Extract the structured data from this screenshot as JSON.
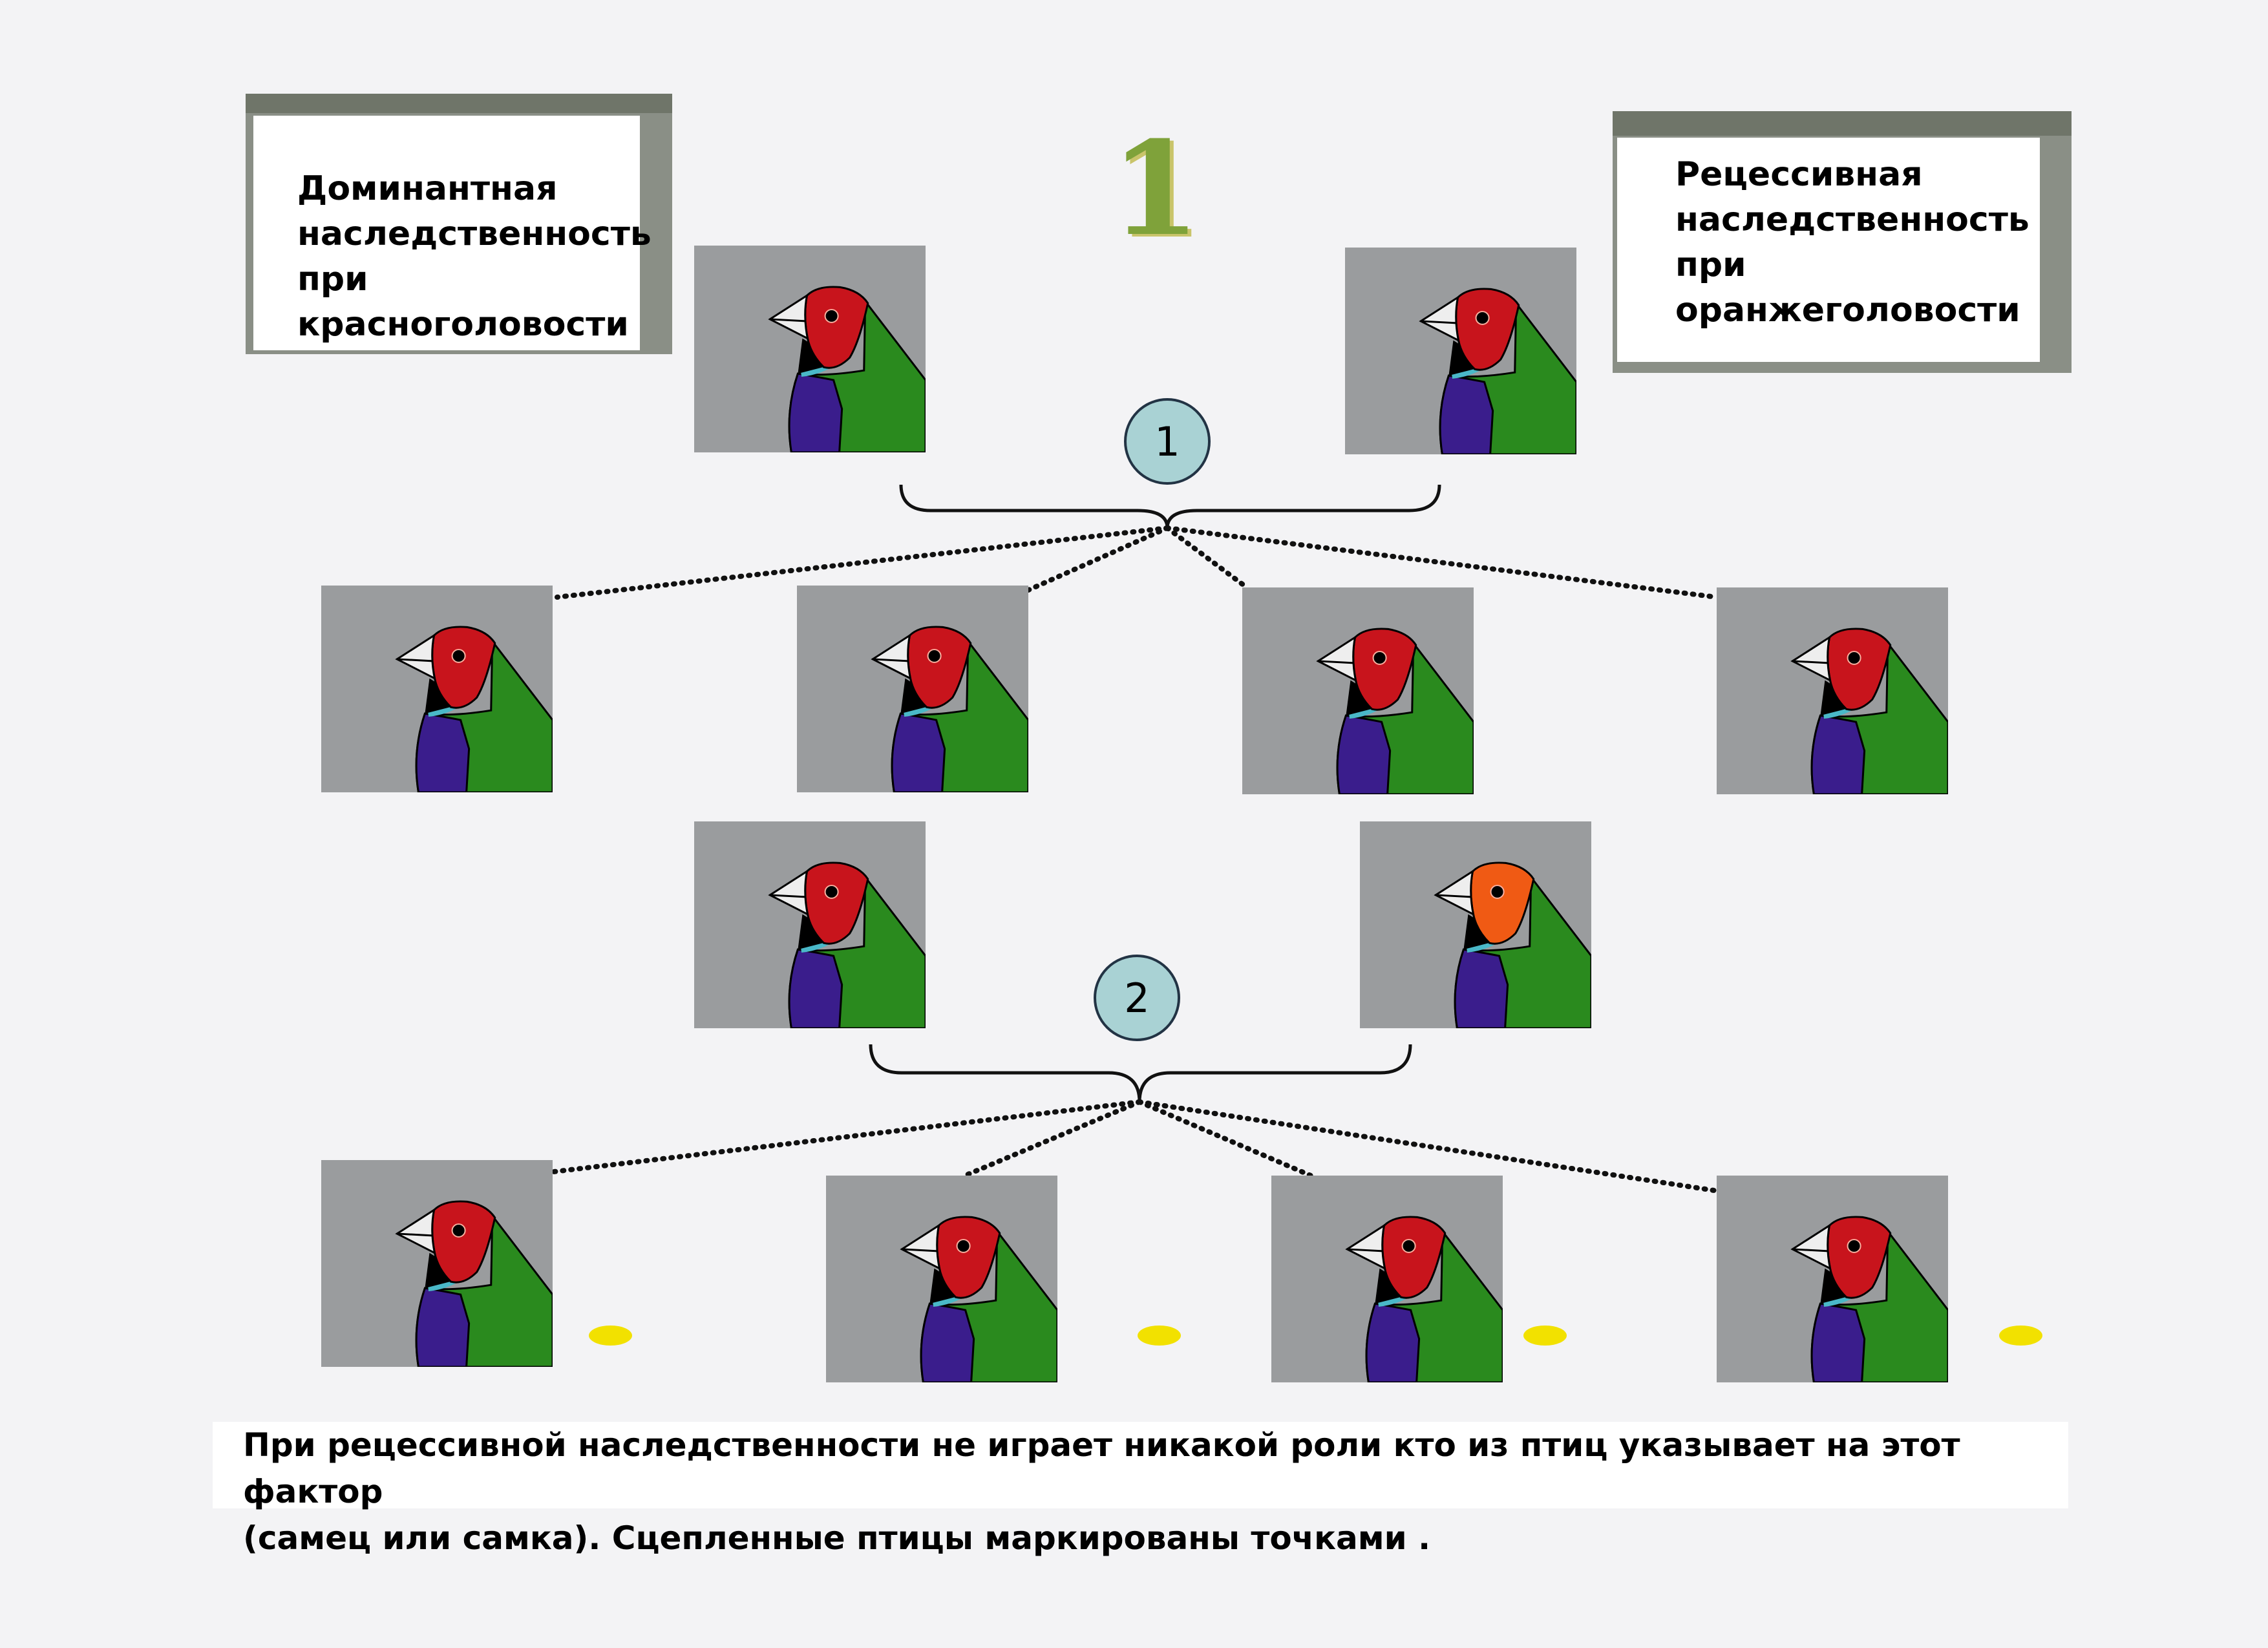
{
  "left_box": {
    "lines": [
      "Доминантная",
      "наследственность",
      "при",
      "красноголовости"
    ]
  },
  "right_box": {
    "lines": [
      "Рецессивная",
      "наследственность",
      "при",
      "оранжеголовости"
    ]
  },
  "generation_number": "1",
  "steps": [
    "1",
    "2"
  ],
  "colors": {
    "red_head": "#c8141c",
    "orange_head": "#f05a14",
    "marker": "#f2e100",
    "circle": "#a9d2d4"
  },
  "birds": {
    "parents_1": [
      "red",
      "red"
    ],
    "offspring_1": [
      "red",
      "red",
      "red",
      "red"
    ],
    "parents_2": [
      "red",
      "orange"
    ],
    "offspring_2": [
      "red",
      "red",
      "red",
      "red"
    ]
  },
  "markers_count": 4,
  "caption": {
    "line1": "При рецессивной наследственности не играет никакой роли  кто из птиц  указывает на этот фактор",
    "line2": "(самец или самка).  Сцепленные птицы маркированы точками ."
  }
}
